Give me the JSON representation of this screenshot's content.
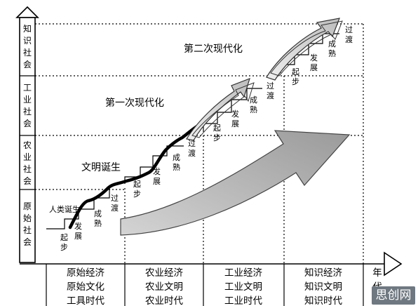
{
  "y_axis": {
    "levels": [
      "知识社会",
      "工业社会",
      "农业社会",
      "原始社会"
    ]
  },
  "x_axis": {
    "end_label": "年代",
    "periods": [
      [
        "原始经济",
        "原始文化",
        "工具时代"
      ],
      [
        "农业经济",
        "农业文明",
        "农业时代"
      ],
      [
        "工业经济",
        "工业文明",
        "工业时代"
      ],
      [
        "知识经济",
        "知识文明",
        "知识时代"
      ]
    ]
  },
  "annotations": {
    "second_modernization": "第二次现代化",
    "first_modernization": "第一次现代化",
    "civilization_birth": "文明诞生",
    "human_birth": "人类诞生"
  },
  "stages": [
    "起步",
    "发展",
    "成熟",
    "过渡"
  ],
  "watermark": "思创网"
}
